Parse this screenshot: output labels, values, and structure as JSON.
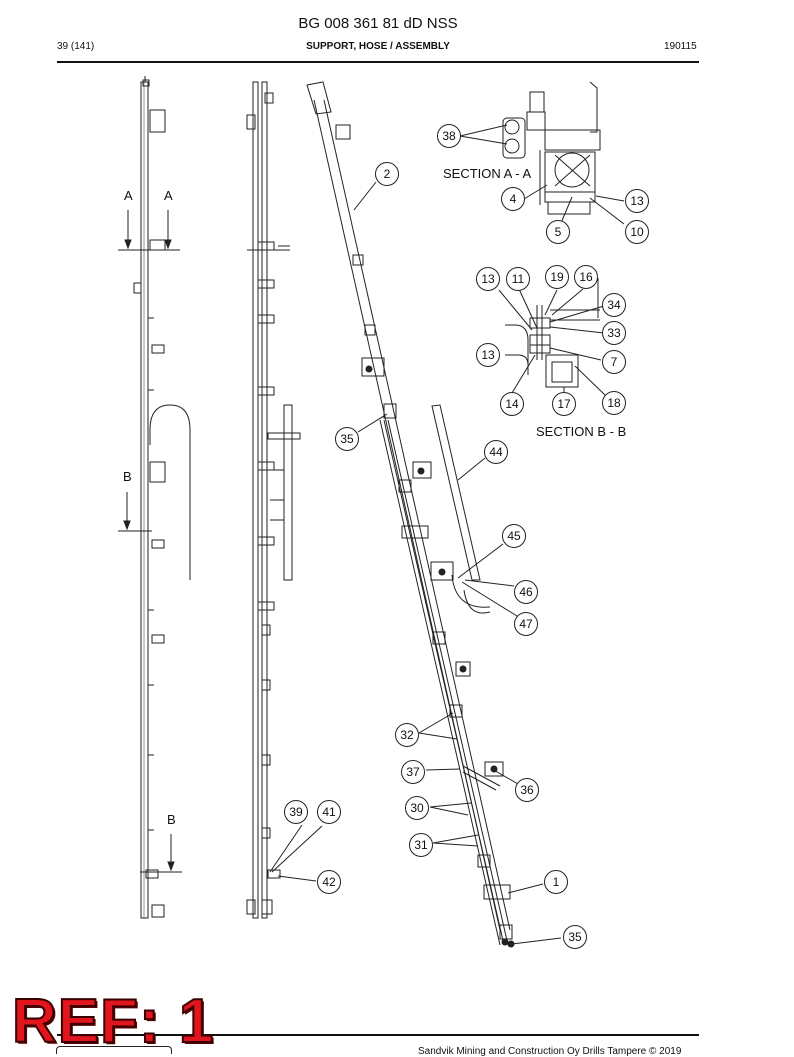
{
  "header": {
    "doc_number": "BG 008 361 81 dD NSS",
    "page": "39 (141)",
    "title": "SUPPORT, HOSE / ASSEMBLY",
    "date": "190115"
  },
  "section_labels": {
    "a_left": "A",
    "a_right": "A",
    "b_top": "B",
    "b_bottom": "B",
    "section_aa": "SECTION A - A",
    "section_bb": "SECTION B - B"
  },
  "callouts": [
    "38",
    "2",
    "4",
    "13",
    "5",
    "10",
    "13",
    "11",
    "19",
    "16",
    "34",
    "33",
    "13",
    "7",
    "14",
    "17",
    "18",
    "35",
    "44",
    "45",
    "46",
    "47",
    "32",
    "37",
    "36",
    "30",
    "31",
    "39",
    "41",
    "42",
    "1",
    "35"
  ],
  "footer": {
    "ref_stamp": "REF: 1",
    "copyright": "Sandvik Mining and Construction Oy Drills Tampere © 2019"
  }
}
